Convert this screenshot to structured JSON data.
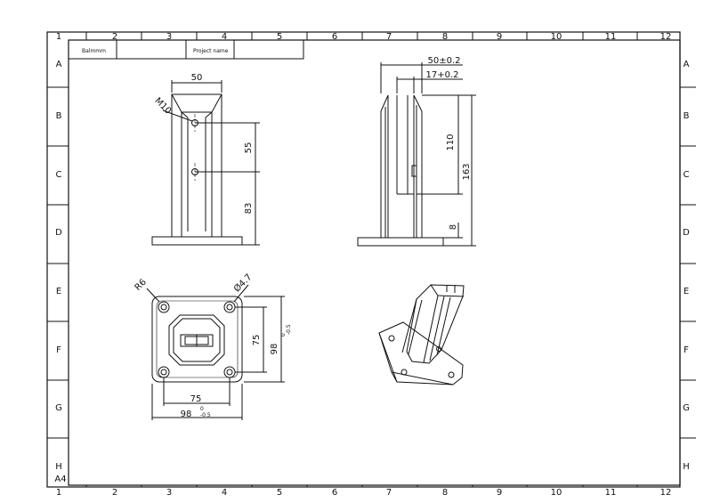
{
  "title_block": {
    "field1_label": "Balmmm",
    "field2_label": "Project name"
  },
  "grid": {
    "columns": [
      "1",
      "2",
      "3",
      "4",
      "5",
      "6",
      "7",
      "8",
      "9",
      "10",
      "11",
      "12"
    ],
    "rows": [
      "A",
      "B",
      "C",
      "D",
      "E",
      "F",
      "G",
      "H"
    ],
    "sheet_size": "A4"
  },
  "front_view": {
    "width": "50",
    "hole": "M10",
    "hole_spacing": "55",
    "lower_height": "83"
  },
  "side_view": {
    "overall_width": "50±0.2",
    "slot_width": "17+0.2",
    "slot_height": "110",
    "total_height": "163",
    "base_thickness": "8"
  },
  "top_view": {
    "corner_radius": "R6",
    "hole_diameter": "Ø4.7",
    "hole_spacing_h": "75",
    "base_width_h": "98",
    "tol_h_upper": "0",
    "tol_h_lower": "-0.5",
    "hole_spacing_v": "75",
    "base_width_v": "98",
    "tol_v_upper": "0",
    "tol_v_lower": "-0.5"
  }
}
